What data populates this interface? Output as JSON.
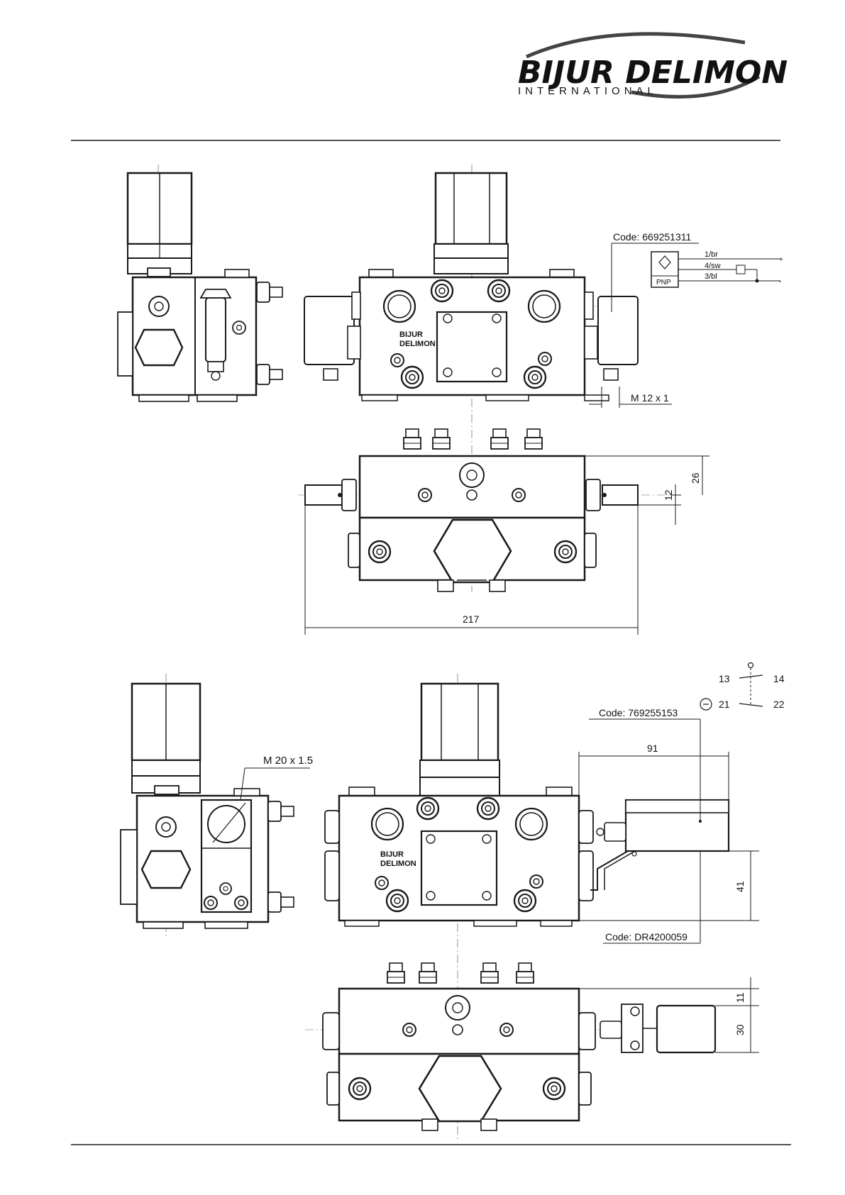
{
  "header": {
    "brand": "BIJUR DELIMON",
    "brand_sub": "INTERNATIONAL"
  },
  "upper_assembly": {
    "sensor_code": "Code: 669251311",
    "thread_label": "M 12 x 1",
    "wiring": {
      "wire_1": "1/br",
      "wire_4": "4/sw",
      "wire_3": "3/bl",
      "plus": "+",
      "minus": "-",
      "sensor_type": "PNP"
    },
    "dimensions": {
      "height_26": "26",
      "height_12": "12",
      "width_217": "217"
    },
    "body_marking_1": "BIJUR",
    "body_marking_2": "DELIMON"
  },
  "lower_assembly": {
    "switch_code": "Code:  769255153",
    "bracket_code": "Code: DR4200059",
    "thread_label": "M 20 x 1.5",
    "contacts": {
      "c13": "13",
      "c14": "14",
      "c21": "21",
      "c22": "22"
    },
    "dimensions": {
      "width_91": "91",
      "height_41": "41",
      "height_11": "11",
      "height_30": "30"
    },
    "body_marking_1": "BIJUR",
    "body_marking_2": "DELIMON"
  },
  "colors": {
    "ink": "#1a1a1a",
    "centerline": "#555555"
  }
}
